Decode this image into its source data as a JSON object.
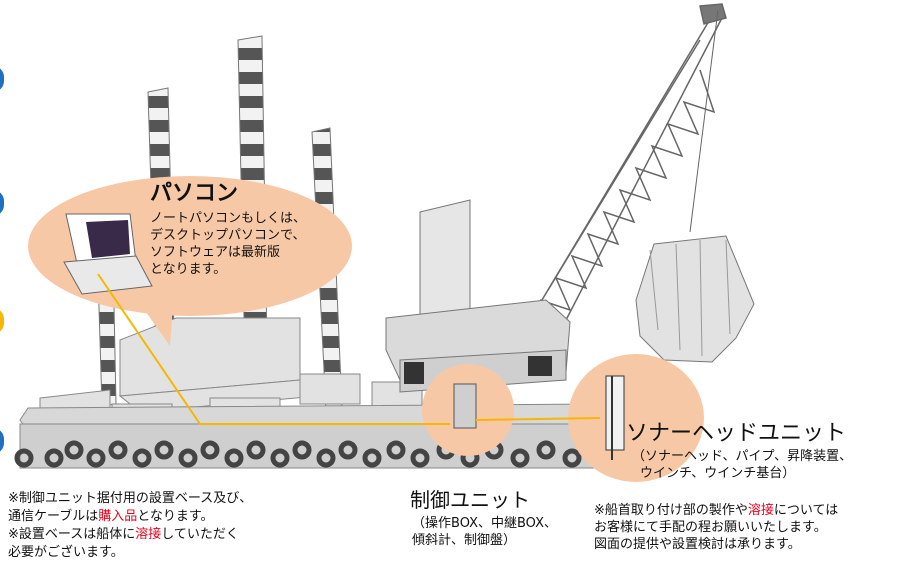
{
  "pc": {
    "title": "パソコン",
    "lines": [
      "ノートパソコンもしくは、",
      "デスクトップパソコンで、",
      "ソフトウェアは最新版",
      "となります。"
    ]
  },
  "sonar": {
    "title": "ソナーヘッドユニット",
    "sub_lines": [
      "（ソナーヘッド、パイプ、昇降装置、",
      "ウインチ、ウインチ基台）"
    ]
  },
  "control": {
    "title": "制御ユニット",
    "sub_lines": [
      "（操作BOX、中継BOX、",
      "傾斜計、制御盤）"
    ]
  },
  "notes_left": {
    "line1": "※制御ユニット据付用の設置ベース及び、",
    "line2_pre": "通信ケーブルは",
    "line2_red": "購入品",
    "line2_post": "となります。",
    "line3_pre": "※設置ベースは船体に",
    "line3_red": "溶接",
    "line3_post": "していただく",
    "line4": "必要がございます。"
  },
  "notes_right": {
    "line1_pre": "※船首取り付け部の製作や",
    "line1_red": "溶接",
    "line1_post": "については",
    "line2": "お客様にて手配の程お願いいたします。",
    "line3": "図面の提供や設置検討は承ります。"
  },
  "colors": {
    "callout": "#f7c8a6",
    "highlight_red": "#e8001c",
    "cable": "#f5b800",
    "edge_blue": "#1f6fc5",
    "edge_yellow": "#f5b800"
  }
}
